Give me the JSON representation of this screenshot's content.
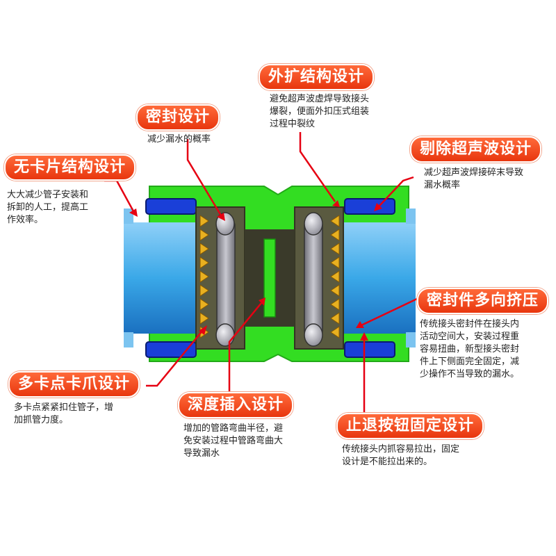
{
  "callouts": {
    "outer_expand": {
      "title": "外扩结构设计",
      "lines": [
        "避免超声波虚焊导致接头",
        "爆裂，便面外扣压式组装",
        "过程中裂纹"
      ]
    },
    "seal": {
      "title": "密封设计",
      "lines": [
        "减少漏水的概率"
      ]
    },
    "no_clip": {
      "title": "无卡片结构设计",
      "lines": [
        "大大减少管子安装和",
        "拆卸的人工，提高工",
        "作效率。"
      ]
    },
    "remove_ultrasonic": {
      "title": "剔除超声波设计",
      "lines": [
        "减少超声波焊接碎末导致",
        "漏水概率"
      ]
    },
    "multi_seal": {
      "title": "密封件多向挤压",
      "lines": [
        "传统接头密封件在接头内",
        "活动空间大，安装过程重",
        "容易扭曲，新型接头密封",
        "件上下侧面完全固定，减",
        "少操作不当导致的漏水。"
      ]
    },
    "multi_claw": {
      "title": "多卡点卡爪设计",
      "lines": [
        "多卡点紧紧扣住管子，增",
        "加抓管力度。"
      ]
    },
    "depth_insert": {
      "title": "深度插入设计",
      "lines": [
        "增加的管路弯曲半径，避",
        "免安装过程中管路弯曲大",
        "导致漏水"
      ]
    },
    "stop_button": {
      "title": "止退按钮固定设计",
      "lines": [
        "传统接头内抓容易拉出，固定",
        "设计是不能拉出来的。"
      ]
    }
  },
  "colors": {
    "accent": "#e8360e",
    "body_green": "#33dd22",
    "pipe_blue": "#3aa8e8",
    "cap_blue": "#1a3fd8",
    "claw_yellow": "#e8b020",
    "seal_gray": "#a8a8b0",
    "core_olive": "#5a5a40"
  }
}
